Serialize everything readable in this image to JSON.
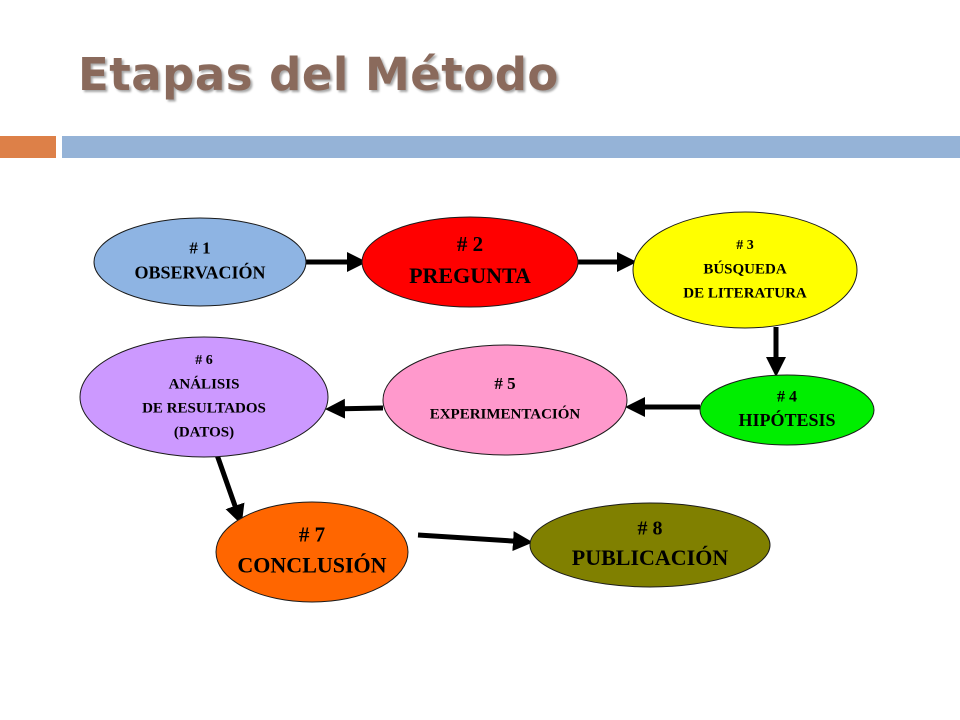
{
  "title": "Etapas del Método",
  "colors": {
    "title": "#8a6a5c",
    "bar_accent": "#dd8048",
    "bar_main": "#95b3d7"
  },
  "nodes": [
    {
      "id": "n1",
      "lines": [
        "# 1",
        "OBSERVACIÓN"
      ],
      "color": "#8eb4e3"
    },
    {
      "id": "n2",
      "lines": [
        "# 2",
        "PREGUNTA"
      ],
      "color": "#ff0000"
    },
    {
      "id": "n3",
      "lines": [
        "# 3",
        "BÚSQUEDA",
        "DE LITERATURA"
      ],
      "color": "#ffff00"
    },
    {
      "id": "n4",
      "lines": [
        "# 4",
        "HIPÓTESIS"
      ],
      "color": "#00ee00"
    },
    {
      "id": "n5",
      "lines": [
        "# 5",
        "EXPERIMENTACIÓN"
      ],
      "color": "#ff99cc"
    },
    {
      "id": "n6",
      "lines": [
        "# 6",
        "ANÁLISIS",
        "DE RESULTADOS",
        "(DATOS)"
      ],
      "color": "#cc99ff"
    },
    {
      "id": "n7",
      "lines": [
        "# 7",
        "CONCLUSIÓN"
      ],
      "color": "#ff6600"
    },
    {
      "id": "n8",
      "lines": [
        "# 8",
        "PUBLICACIÓN"
      ],
      "color": "#808000"
    }
  ],
  "edges": [
    {
      "from": "n1",
      "to": "n2"
    },
    {
      "from": "n2",
      "to": "n3"
    },
    {
      "from": "n3",
      "to": "n4"
    },
    {
      "from": "n4",
      "to": "n5"
    },
    {
      "from": "n5",
      "to": "n6"
    },
    {
      "from": "n6",
      "to": "n7"
    },
    {
      "from": "n7",
      "to": "n8"
    }
  ]
}
